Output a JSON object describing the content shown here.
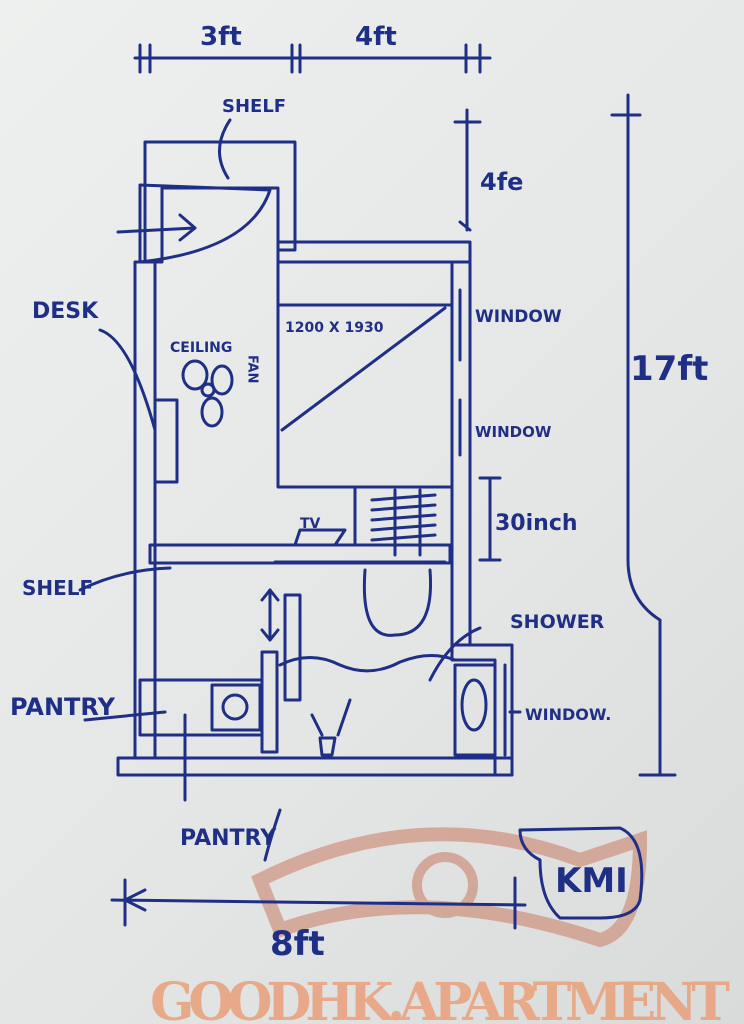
{
  "plan": {
    "dim_top_left": "3ft",
    "dim_top_right": "4ft",
    "dim_right_upper": "4fe",
    "dim_total_height": "17ft",
    "dim_bottom_width": "8ft",
    "dim_30inch": "30inch",
    "bed_size": "1200 X 1930",
    "labels": {
      "shelf_top": "SHELF",
      "desk": "DESK",
      "ceiling": "CEILING",
      "fan": "FAN",
      "window_1": "WINDOW",
      "window_2": "WINDOW",
      "tv": "TV",
      "shelf_mid": "SHELF",
      "shower": "SHOWER",
      "pantry_left": "PANTRY",
      "window_3": "WINDOW.",
      "pantry_bottom": "PANTRY"
    },
    "signature": "KMI"
  },
  "watermark": "GOODHK.APARTMENT",
  "colors": {
    "ink": "#1f2f86",
    "watermark": "#e9a07a"
  }
}
